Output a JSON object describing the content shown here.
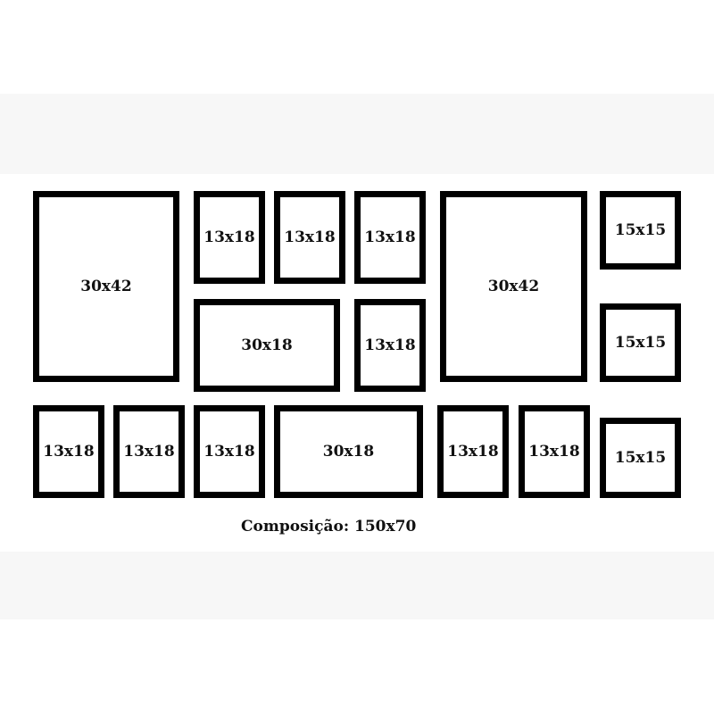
{
  "frames": [
    {
      "label": "30x42"
    },
    {
      "label": "13x18"
    },
    {
      "label": "13x18"
    },
    {
      "label": "13x18"
    },
    {
      "label": "30x18"
    },
    {
      "label": "13x18"
    },
    {
      "label": "30x42"
    },
    {
      "label": "15x15"
    },
    {
      "label": "15x15"
    },
    {
      "label": "13x18"
    },
    {
      "label": "13x18"
    },
    {
      "label": "13x18"
    },
    {
      "label": "30x18"
    },
    {
      "label": "13x18"
    },
    {
      "label": "13x18"
    },
    {
      "label": "15x15"
    }
  ],
  "caption": "Composição: 150x70",
  "colors": {
    "frame_border": "#000000",
    "background": "#ffffff",
    "band": "#f7f7f7"
  }
}
